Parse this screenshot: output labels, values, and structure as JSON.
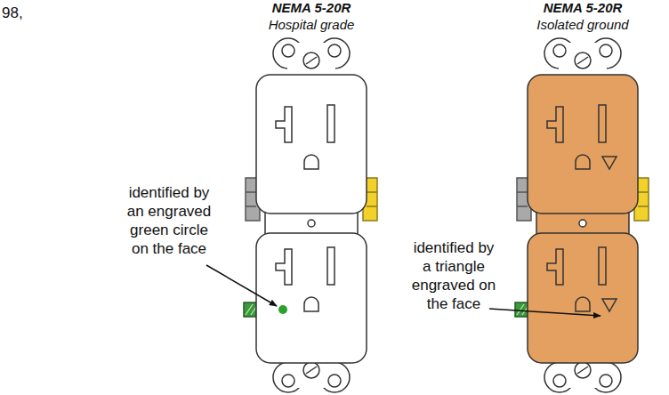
{
  "diagram": {
    "labels": [
      "98,",
      "NEMA 5-20R",
      "Hospital grade",
      "NEMA 5-20R",
      "Isolated ground",
      "identified by an engraved green circle on the face",
      "identified by a triangle engraved on the face"
    ]
  }
}
